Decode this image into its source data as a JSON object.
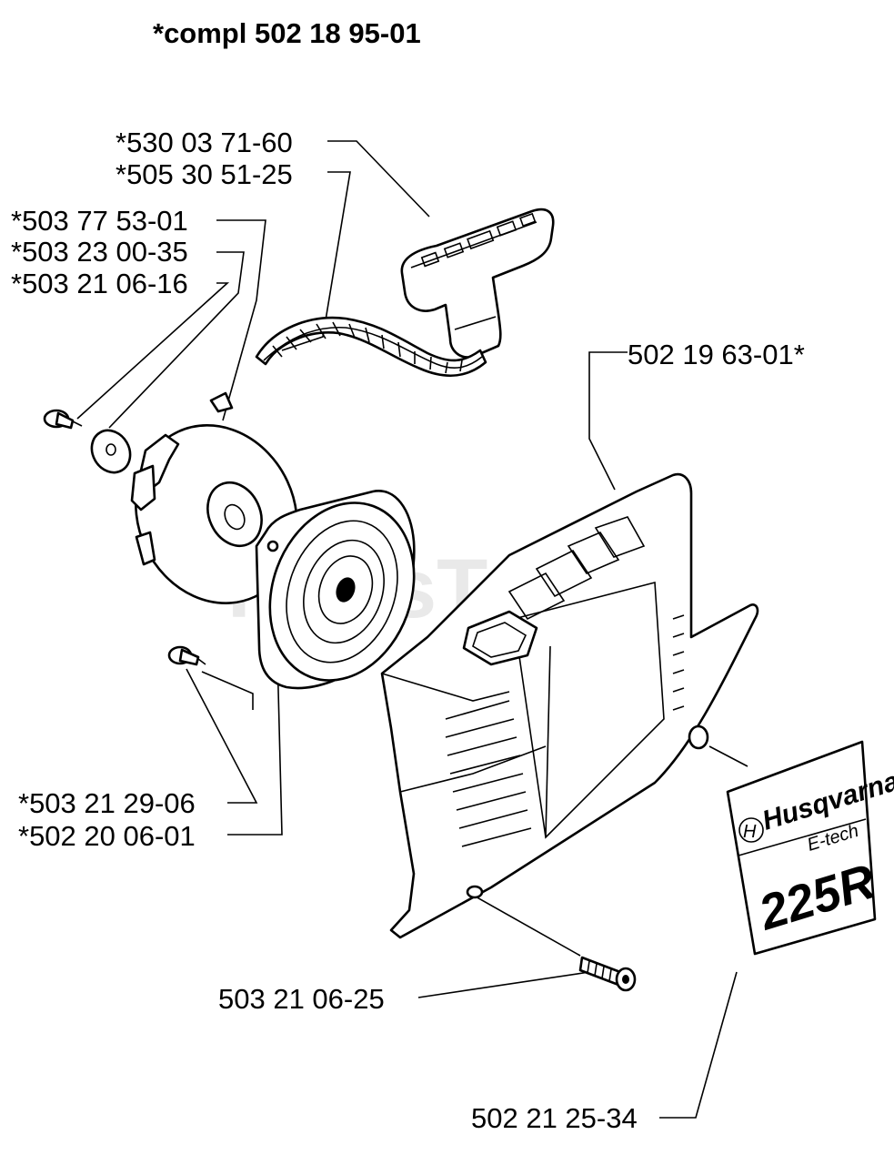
{
  "title": "*compl 502 18 95-01",
  "watermark": {
    "text": "PartsTree",
    "trademark": "™"
  },
  "labels": {
    "handle": "*530 03 71-60",
    "rope": "*505 30 51-25",
    "pulley": "*503 77 53-01",
    "washer": "*503 23 00-35",
    "screw_center": "*503 21 06-16",
    "housing": "502 19 63-01*",
    "screw_small": "*503 21 29-06",
    "spring_cassette": "*502 20 06-01",
    "screw_bottom": "503 21 06-25",
    "decal": "502 21 25-34"
  },
  "decal": {
    "brand": "Husqvarna",
    "sub": "E-tech",
    "model": "225R"
  }
}
